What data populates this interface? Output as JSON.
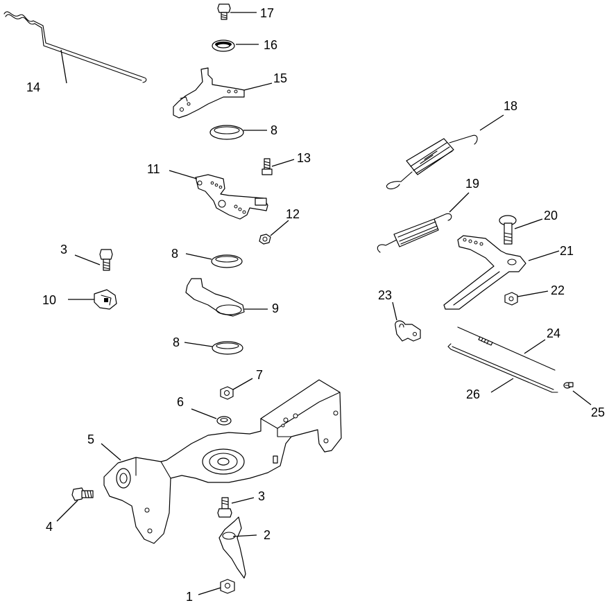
{
  "callouts": {
    "c1": "1",
    "c2": "2",
    "c3a": "3",
    "c3b": "3",
    "c4": "4",
    "c5": "5",
    "c6": "6",
    "c7": "7",
    "c8a": "8",
    "c8b": "8",
    "c8c": "8",
    "c9": "9",
    "c10": "10",
    "c11": "11",
    "c12": "12",
    "c13": "13",
    "c14": "14",
    "c15": "15",
    "c16": "16",
    "c17": "17",
    "c18": "18",
    "c19": "19",
    "c20": "20",
    "c21": "21",
    "c22": "22",
    "c23": "23",
    "c24": "24",
    "c25": "25",
    "c26": "26"
  },
  "colors": {
    "line": "#000000",
    "background": "#ffffff"
  }
}
